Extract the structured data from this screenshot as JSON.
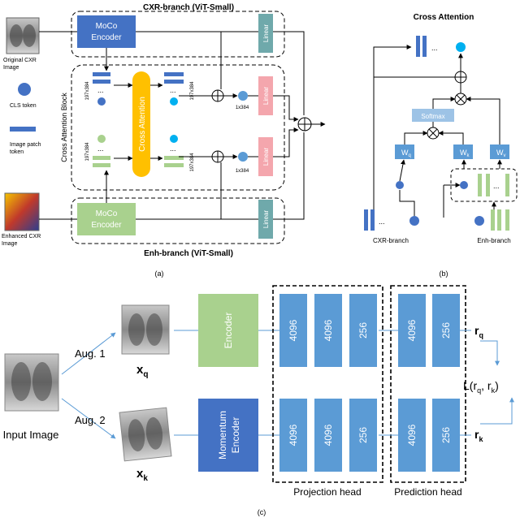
{
  "colors": {
    "blue": "#4472c4",
    "mid_blue": "#5b9bd5",
    "light_blue": "#9dc3e6",
    "green": "#a9d18e",
    "orange": "#ffc000",
    "pink": "#f4a6ad",
    "teal": "#6fa9ab",
    "cyan": "#00b0f0",
    "line": "#000000",
    "arrow_blue": "#5b9bd5"
  },
  "panel_a": {
    "cxr_branch": "CXR-branch  (ViT-Small)",
    "enh_branch": "Enh-branch  (ViT-Small)",
    "moco_top": [
      "MoCo",
      "Encoder"
    ],
    "moco_bottom": [
      "MoCo",
      "Encoder"
    ],
    "linear": "Linear",
    "cross_attention": "Cross Attention",
    "cross_attention_block": "Cross Attention Block",
    "dim_197": "197x384",
    "dim_1": "1x384",
    "original_cxr": [
      "Original CXR",
      "Image"
    ],
    "cls_token": "CLS token",
    "patch_token": [
      "Image patch",
      "token"
    ],
    "enhanced_cxr": [
      "Enhanced CXR",
      "Image"
    ],
    "dots": "...",
    "caption": "(a)"
  },
  "panel_b": {
    "title": "Cross Attention",
    "softmax": "Softmax",
    "wq": "W",
    "wq_sub": "q",
    "wk": "W",
    "wk_sub": "k",
    "wv": "W",
    "wv_sub": "v",
    "cxr_branch": "CXR-branch",
    "enh_branch": "Enh-branch",
    "dots": "...",
    "caption": "(b)"
  },
  "panel_c": {
    "input_image": "Input Image",
    "aug1": "Aug. 1",
    "aug2": "Aug. 2",
    "xq": "x",
    "xq_sub": "q",
    "xk": "x",
    "xk_sub": "k",
    "encoder": "Encoder",
    "momentum_encoder": [
      "Momentum",
      "Encoder"
    ],
    "proj_dims": [
      "4096",
      "4096",
      "256"
    ],
    "pred_dims": [
      "4096",
      "256"
    ],
    "rq": "r",
    "rq_sub": "q",
    "rk": "r",
    "rk_sub": "k",
    "loss": "L(r",
    "loss_q": "q",
    "loss_mid": ", r",
    "loss_k": "k",
    "loss_end": ")",
    "projection_head": "Projection head",
    "prediction_head": "Prediction head",
    "caption": "(c)"
  }
}
